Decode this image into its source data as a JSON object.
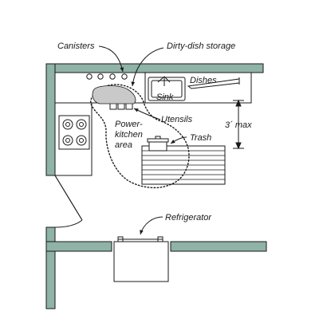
{
  "labels": {
    "canisters": "Canisters",
    "dirty_dish_storage": "Dirty-dish storage",
    "dishes": "Dishes",
    "sink": "Sink",
    "utensils": "Utensils",
    "power_kitchen_line1": "Power-",
    "power_kitchen_line2": "kitchen",
    "power_kitchen_line3": "area",
    "dimension": "3´ max",
    "trash": "Trash",
    "refrigerator": "Refrigerator"
  },
  "colors": {
    "wall": "#8fb3a6",
    "stroke": "#1a1a1a",
    "white": "#ffffff"
  }
}
